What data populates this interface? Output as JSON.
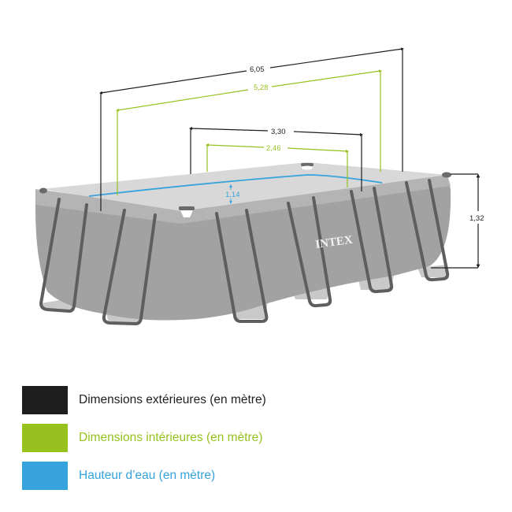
{
  "colors": {
    "exterior": "#1e1e1e",
    "interior": "#97c11f",
    "water": "#36a3dc",
    "pool_top": "#d6d6d6",
    "pool_wall": "#a2a2a2",
    "frame": "#5e5e5e"
  },
  "diagram": {
    "brand_logo": "INTEX",
    "dimensions": {
      "exterior_length": "6,05",
      "interior_length": "5,28",
      "exterior_width": "3,30",
      "interior_width": "2,46",
      "exterior_height": "1,32",
      "water_height": "1,14"
    }
  },
  "legend": {
    "items": [
      {
        "key": "exterior",
        "label": "Dimensions extérieures (en mètre)",
        "color": "#1e1e1e"
      },
      {
        "key": "interior",
        "label": "Dimensions intérieures (en mètre)",
        "color": "#97c11f"
      },
      {
        "key": "water",
        "label": "Hauteur d’eau (en mètre)",
        "color": "#36a3dc"
      }
    ]
  }
}
